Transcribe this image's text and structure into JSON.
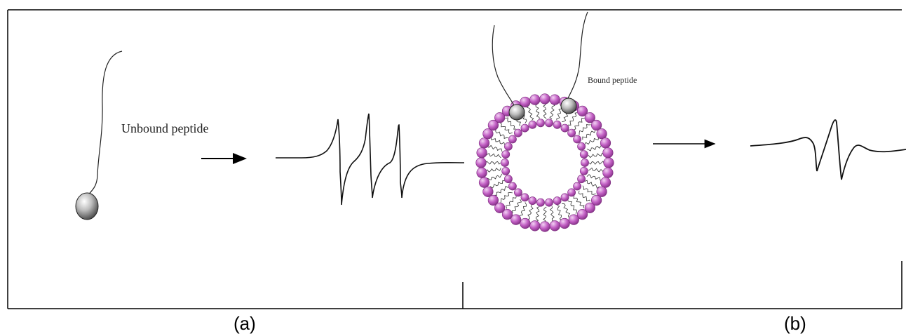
{
  "annotations": {
    "unbound": "Unbound peptide",
    "bound": "Bound peptide"
  },
  "panels": {
    "a": "(a)",
    "b": "(b)"
  },
  "colors": {
    "lipid_head": "#c25fc4",
    "lipid_head_highlight": "#ecc3ee",
    "spin_label": "#8a8a8a",
    "line": "#000000"
  },
  "icons": {
    "spin_label": "sphere-icon",
    "arrow": "right-arrow-icon",
    "vesicle": "lipid-vesicle-icon"
  }
}
